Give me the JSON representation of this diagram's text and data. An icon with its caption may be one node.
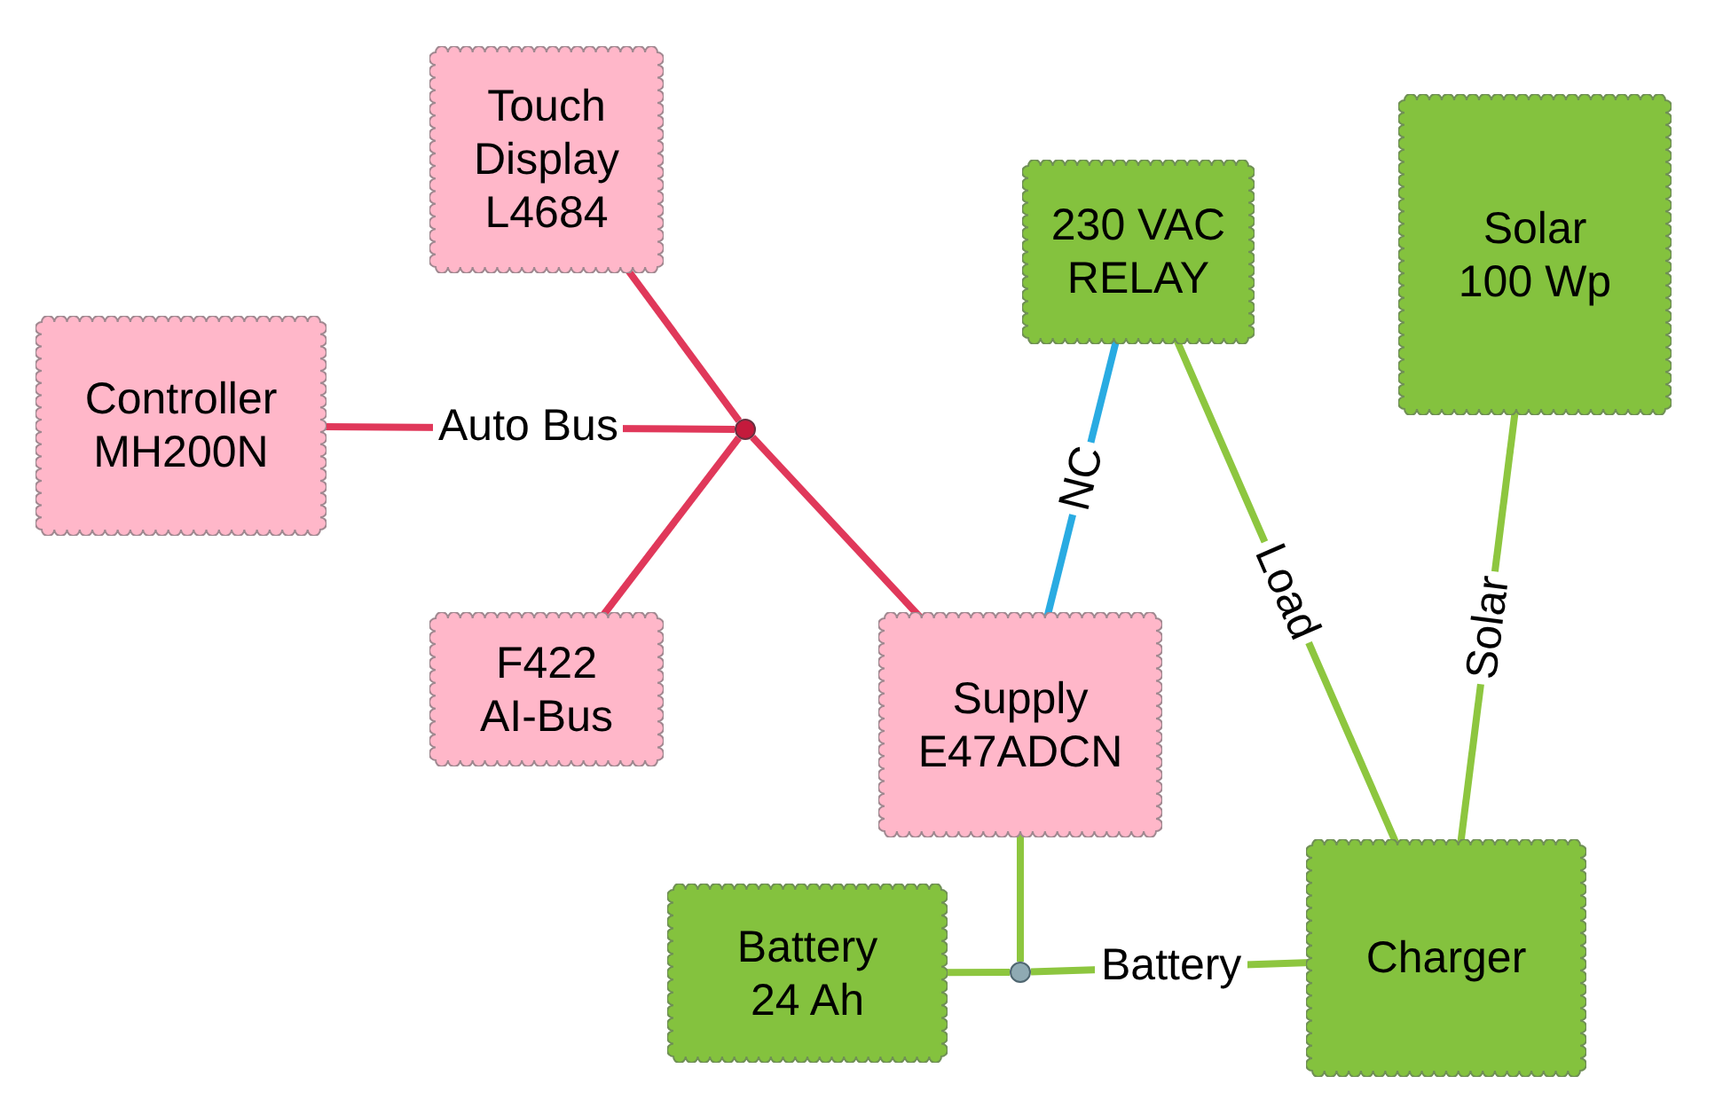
{
  "diagram": {
    "nodes": [
      {
        "text": [
          "Touch Display L4684"
        ]
      },
      {
        "text": [
          "230 VAC RELAY"
        ]
      },
      {
        "text": [
          "Solar 100 Wp"
        ]
      },
      {
        "text": [
          "Controller MH200N"
        ]
      },
      {
        "text": [],
        "shape": "circle"
      },
      {
        "text": [
          "F422 AI-Bus"
        ]
      },
      {
        "text": [
          "Supply E47ADCN"
        ]
      },
      {
        "text": [
          "Battery 24 Ah"
        ]
      },
      {
        "text": [],
        "shape": "circle"
      },
      {
        "text": [
          "Charger"
        ]
      }
    ],
    "edges": [
      {
        "from": 3,
        "to": 4,
        "arrow": "none",
        "label": "Auto Bus",
        "color": "#e0385a"
      },
      {
        "from": 0,
        "to": 4,
        "arrow": "none",
        "color": "#e0385a"
      },
      {
        "from": 5,
        "to": 4,
        "arrow": "none",
        "color": "#e0385a"
      },
      {
        "from": 4,
        "to": 6,
        "arrow": "none",
        "color": "#e0385a"
      },
      {
        "from": 6,
        "to": 1,
        "arrow": "none",
        "label": "NC",
        "color": "#29abe2"
      },
      {
        "from": 1,
        "to": 9,
        "arrow": "none",
        "label": "Load"
      },
      {
        "from": 2,
        "to": 9,
        "arrow": "none",
        "label": "Solar"
      },
      {
        "from": 6,
        "to": 8,
        "arrow": "none"
      },
      {
        "from": 7,
        "to": 8,
        "arrow": "none"
      },
      {
        "from": 8,
        "to": 9,
        "arrow": "none",
        "label": "Battery"
      }
    ]
  }
}
